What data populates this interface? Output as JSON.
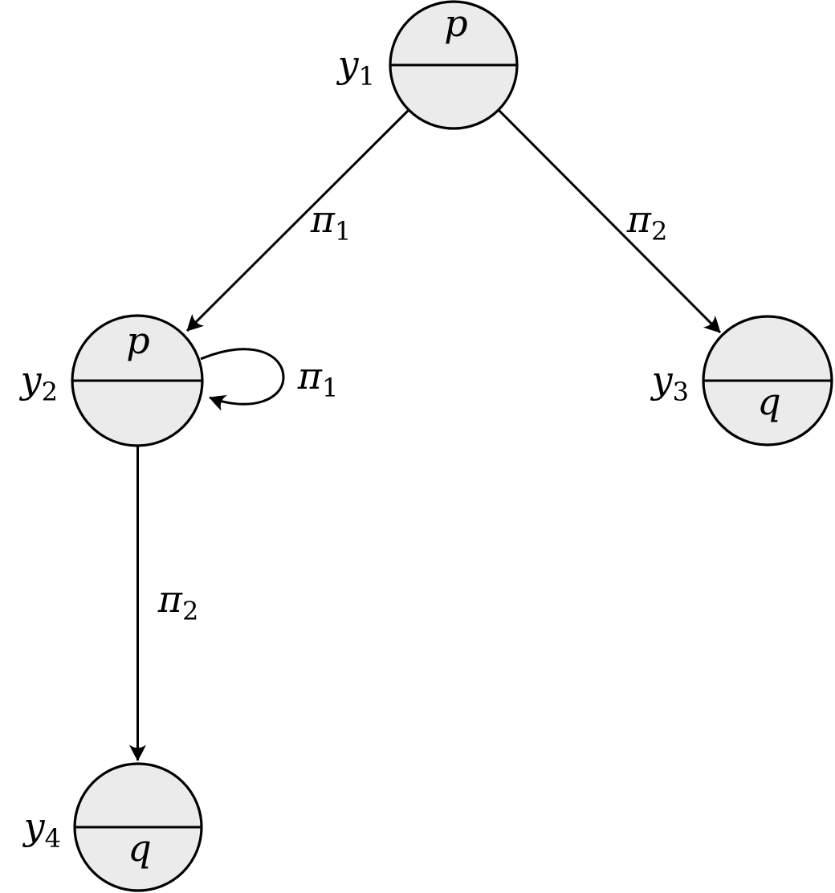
{
  "diagram": {
    "type": "labeled-transition-graph",
    "background_color": "#ffffff",
    "node_fill_color": "#ebebeb",
    "line_color": "#000000",
    "nodes": [
      {
        "id": "y1",
        "name_base": "y",
        "name_sub": "1",
        "prop": "p",
        "prop_position": "top"
      },
      {
        "id": "y2",
        "name_base": "y",
        "name_sub": "2",
        "prop": "p",
        "prop_position": "top"
      },
      {
        "id": "y3",
        "name_base": "y",
        "name_sub": "3",
        "prop": "q",
        "prop_position": "bottom"
      },
      {
        "id": "y4",
        "name_base": "y",
        "name_sub": "4",
        "prop": "q",
        "prop_position": "bottom"
      }
    ],
    "edges": [
      {
        "from": "y1",
        "to": "y2",
        "label_base": "π",
        "label_sub": "1",
        "type": "straight"
      },
      {
        "from": "y1",
        "to": "y3",
        "label_base": "π",
        "label_sub": "2",
        "type": "straight"
      },
      {
        "from": "y2",
        "to": "y2",
        "label_base": "π",
        "label_sub": "1",
        "type": "self-loop"
      },
      {
        "from": "y2",
        "to": "y4",
        "label_base": "π",
        "label_sub": "2",
        "type": "straight"
      }
    ]
  }
}
